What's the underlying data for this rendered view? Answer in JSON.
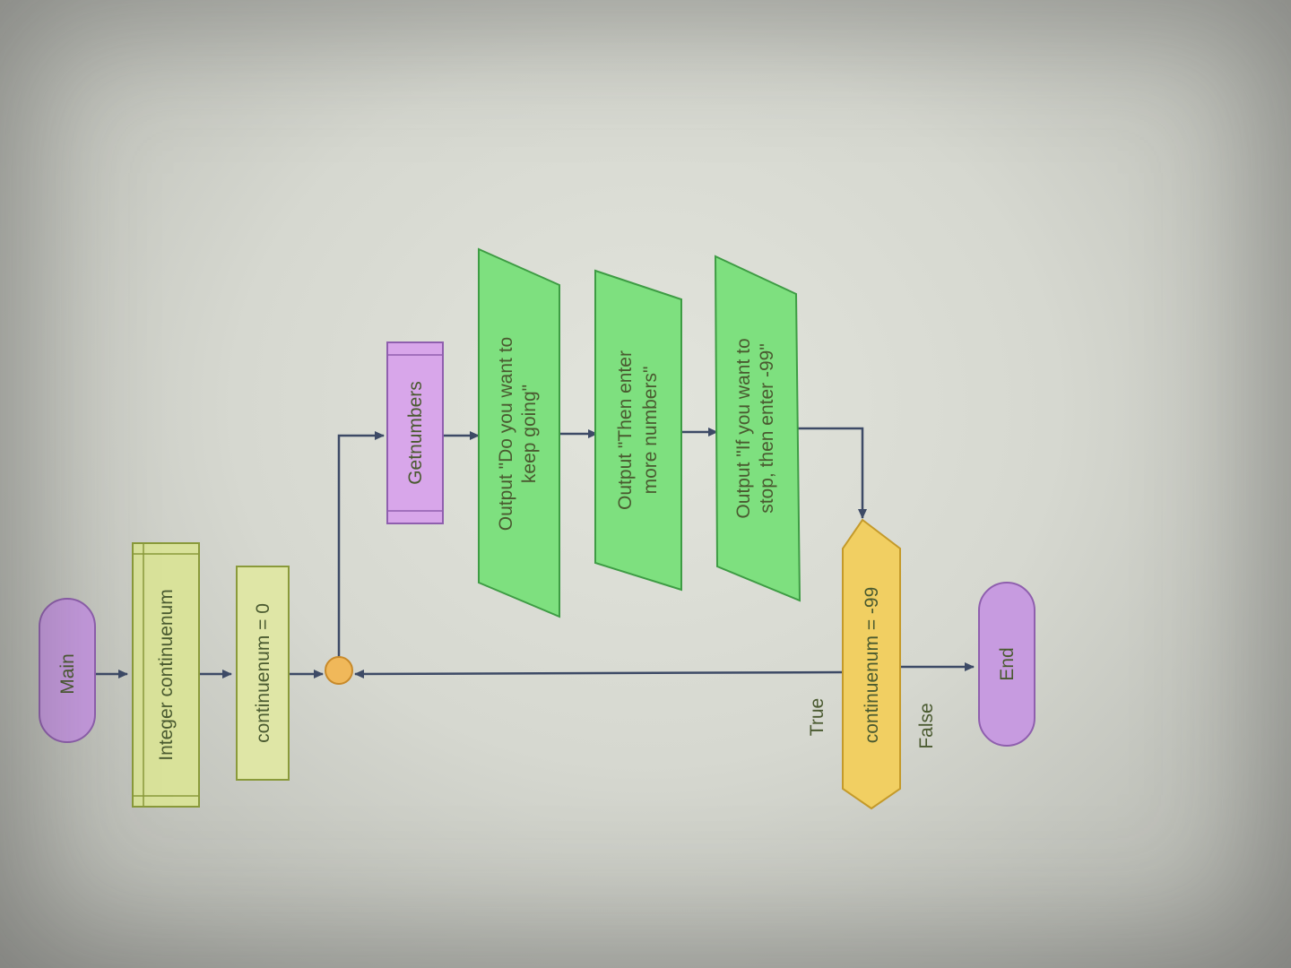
{
  "diagram": {
    "nodes": {
      "main": "Main",
      "declare": "Integer continuenum",
      "assign": "continuenum = 0",
      "call": "Getnumbers",
      "output1": [
        "Output \"Do you want to",
        "keep going\""
      ],
      "output2": [
        "Output \"Then enter",
        "more numbers\""
      ],
      "output3": [
        "Output \"If you want to",
        "stop, then enter -99\""
      ],
      "decision": "continuenum = -99",
      "end": "End"
    },
    "edge_labels": {
      "true": "True",
      "false": "False"
    },
    "colors": {
      "terminal": "#c79be0",
      "declare": "#d9e29a",
      "assign": "#dfe6a6",
      "call": "#d8a6ea",
      "output": "#7ee07f",
      "decision": "#f1cf62",
      "junction": "#f0b85a",
      "edge": "#3d4a66"
    }
  }
}
